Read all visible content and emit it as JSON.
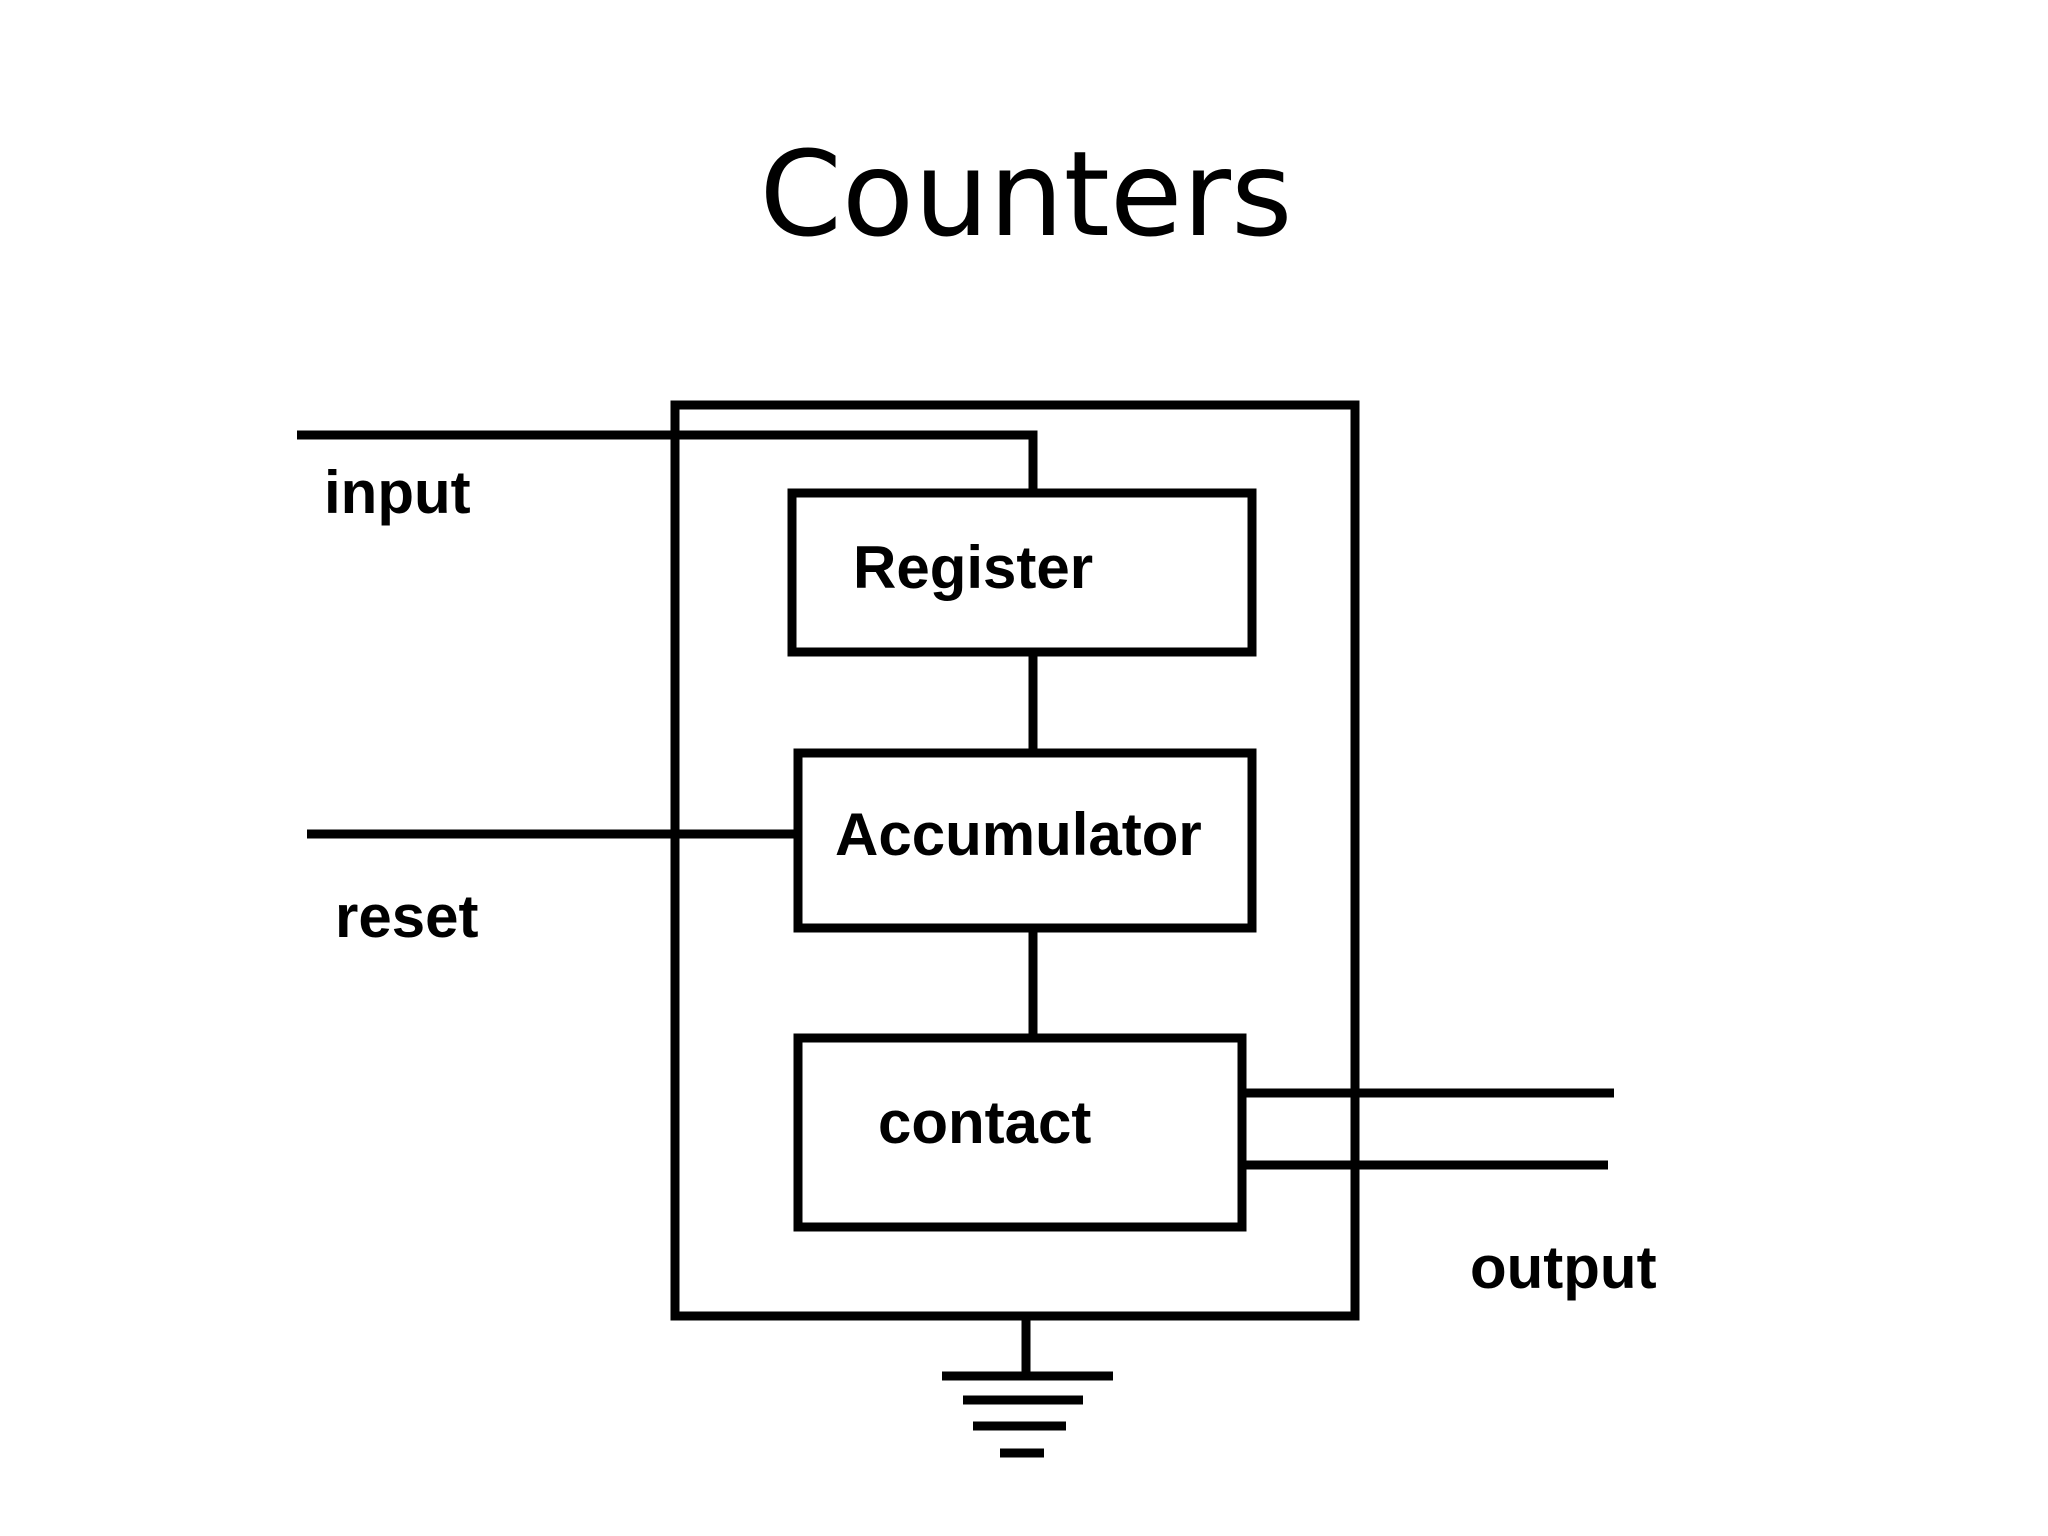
{
  "slide": {
    "title": "Counters"
  },
  "labels": {
    "input": "input",
    "reset": "reset",
    "output": "output"
  },
  "blocks": {
    "register": "Register",
    "accumulator": "Accumulator",
    "contact": "contact"
  }
}
